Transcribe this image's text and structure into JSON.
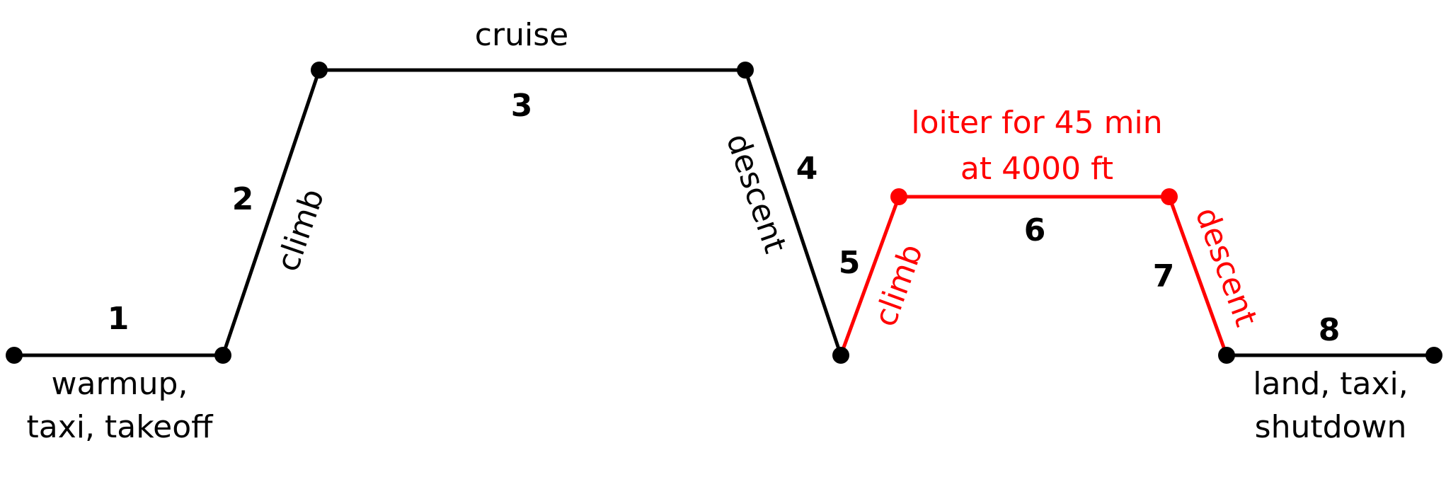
{
  "colors": {
    "standard": "#000000",
    "reserve": "#ff0000"
  },
  "segments": [
    {
      "number": "1",
      "label": "",
      "color": "#000000"
    },
    {
      "number": "2",
      "label": "climb",
      "color": "#000000"
    },
    {
      "number": "3",
      "label": "cruise",
      "color": "#000000"
    },
    {
      "number": "4",
      "label": "descent",
      "color": "#000000"
    },
    {
      "number": "5",
      "label": "climb",
      "color": "#ff0000"
    },
    {
      "number": "6",
      "label": "",
      "color": "#ff0000"
    },
    {
      "number": "7",
      "label": "descent",
      "color": "#ff0000"
    },
    {
      "number": "8",
      "label": "",
      "color": "#000000"
    }
  ],
  "notes": {
    "start_line1": "warmup,",
    "start_line2": "taxi, takeoff",
    "loiter_line1": "loiter for 45 min",
    "loiter_line2": "at 4000 ft",
    "end_line1": "land, taxi,",
    "end_line2": "shutdown"
  }
}
